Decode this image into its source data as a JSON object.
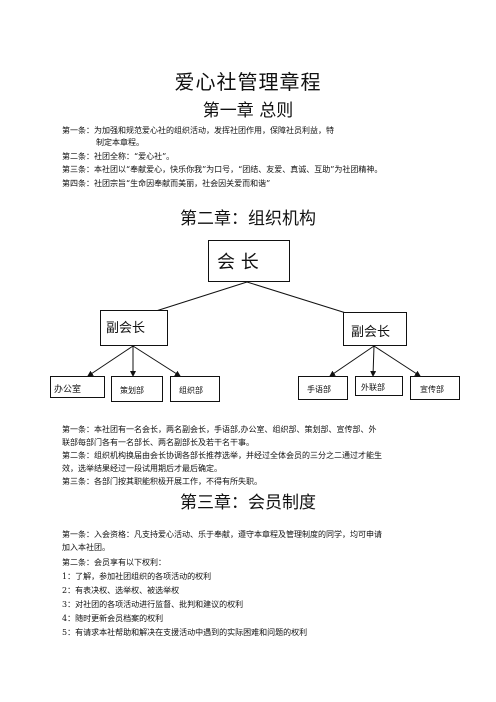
{
  "title": "爱心社管理章程",
  "chapter1": {
    "heading": "第一章  总则",
    "lines": [
      "第一条：为加强和规范爱心社的组织活动，发挥社团作用，保障社员利益，特",
      "制定本章程。",
      "第二条：社团全称：“爱心社”。",
      "第三条：本社团以“奉献爱心，快乐你我”为口号，“团结、友爱、真诚、互助”为社团精神。",
      "第四条：社团宗旨“生命因奉献而美丽，社会因关爱而和谐”"
    ]
  },
  "chapter2": {
    "heading": "第二章：组织机构",
    "org": {
      "president": "会  长",
      "vice_left": "副会长",
      "vice_right": "副会长",
      "departments": [
        "办公室",
        "策划部",
        "组织部",
        "手语部",
        "外联部",
        "宣传部"
      ]
    },
    "lines": [
      "第一条：本社团有一名会长，两名副会长，手语部,办公室、组织部、策划部、宣传部、外",
      "联部每部门各有一名部长、两名副部长及若干名干事。",
      "第二条：组织机构换届由会长协调各部长推荐选举，并经过全体会员的三分之二通过才能生",
      "效，选举结果经过一段试用期后才最后确定。",
      "第三条：各部门按其职能积极开展工作，不得有所失职。"
    ]
  },
  "chapter3": {
    "heading": "第三章：会员制度",
    "lines": [
      "第一条：入会资格：凡支持爱心活动、乐于奉献，遵守本章程及管理制度的同学，均可申请",
      "加入本社团。",
      "第二条：会员享有以下权利：",
      "1：了解，参加社团组织的各项活动的权利",
      "2：有表决权、选举权、被选举权",
      "3：对社团的各项活动进行监督、批判和建议的权利",
      "4：随时更新会员档案的权利",
      "5：有请求本社帮助和解决在支援活动中遇到的实际困难和问题的权利"
    ]
  }
}
